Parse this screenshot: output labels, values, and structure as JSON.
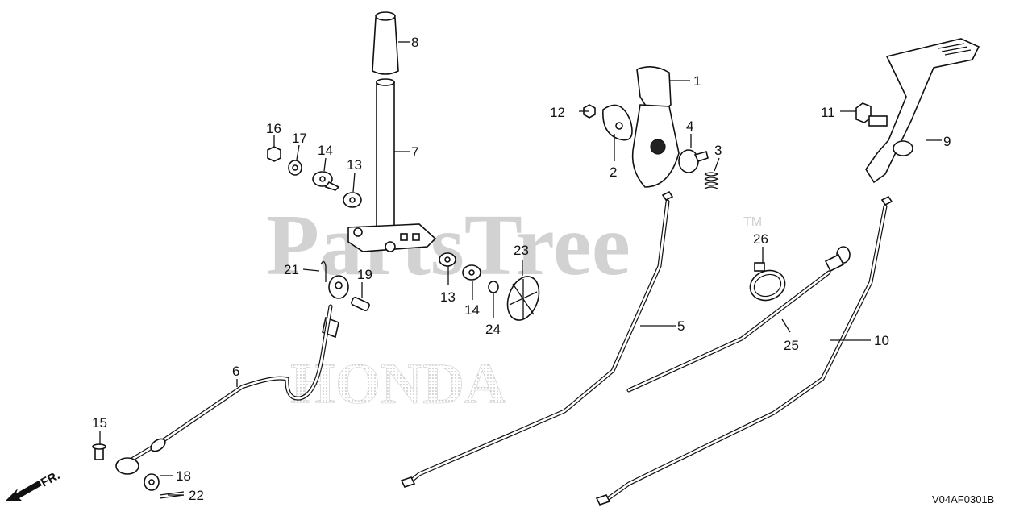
{
  "watermark": {
    "brand": "PartsTree",
    "trademark": "TM",
    "maker": "HONDA"
  },
  "diagram_code": "V04AF0301B",
  "direction": {
    "label": "FR.",
    "icon": "front-direction-arrow-icon"
  },
  "callouts": {
    "c1": "1",
    "c2": "2",
    "c3": "3",
    "c4": "4",
    "c5": "5",
    "c6": "6",
    "c7": "7",
    "c8": "8",
    "c9": "9",
    "c10": "10",
    "c11": "11",
    "c12": "12",
    "c13a": "13",
    "c13b": "13",
    "c14a": "14",
    "c14b": "14",
    "c15": "15",
    "c16": "16",
    "c17": "17",
    "c18": "18",
    "c19": "19",
    "c21": "21",
    "c22": "22",
    "c23": "23",
    "c24": "24",
    "c25": "25",
    "c26": "26"
  }
}
